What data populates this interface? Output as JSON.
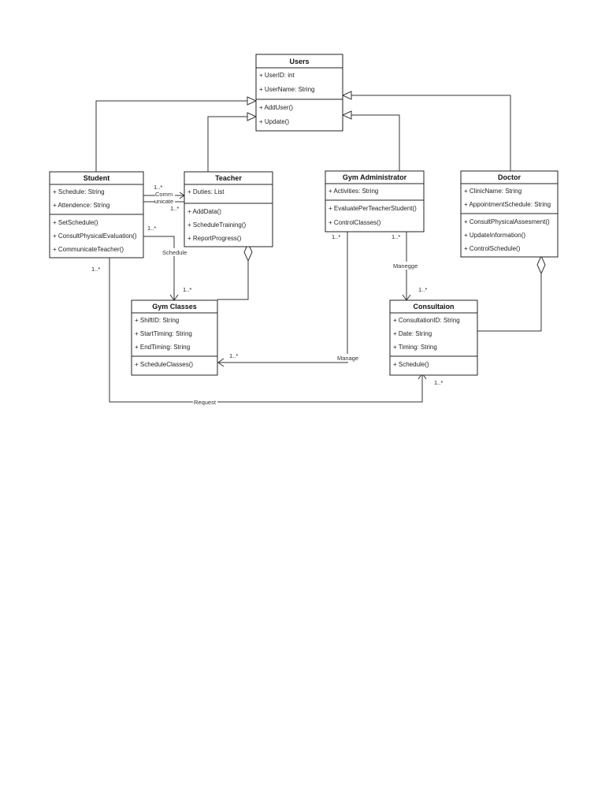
{
  "classes": {
    "users": {
      "name": "Users",
      "attributes": [
        "+ UserID: int",
        "+ UserName: String"
      ],
      "methods": [
        "+ AddUser()",
        "+ Update()"
      ]
    },
    "student": {
      "name": "Student",
      "attributes": [
        "+ Schedule: String",
        "+ Attendence: String"
      ],
      "methods": [
        "+ SetSchedule()",
        "+ ConsultPhysicalEvaluation()",
        "+ CommunicateTeacher()"
      ]
    },
    "teacher": {
      "name": "Teacher",
      "attributes": [
        "+ Duties: List"
      ],
      "methods": [
        "+ AddData()",
        "+ ScheduleTraining()",
        "+ ReportProgress()"
      ]
    },
    "admin": {
      "name": "Gym Administrator",
      "attributes": [
        "+ Activities: String"
      ],
      "methods": [
        "+ EvaluatePerTeacherStudent()",
        "+ ControlClasses()"
      ]
    },
    "doctor": {
      "name": "Doctor",
      "attributes": [
        "+ ClinicName: String",
        "+ AppointmentSchedule: String"
      ],
      "methods": [
        "+ ConsultPhysicalAssesment()",
        "+ UpdateInformation()",
        "+ ControlSchedule()"
      ]
    },
    "gymclasses": {
      "name": "Gym Classes",
      "attributes": [
        "+ ShiftID: String",
        "+ StartTiming: String",
        "+ EndTiming: String"
      ],
      "methods": [
        "+ ScheduleClasses()"
      ]
    },
    "consultation": {
      "name": "Consultaion",
      "attributes": [
        "+ ConsultationID: String",
        "+ Date: String",
        "+ Timing: String"
      ],
      "methods": [
        "+ Schedule()"
      ]
    }
  },
  "labels": {
    "comm_line1": "Comm",
    "comm_line2": "unicate",
    "schedule": "Schedule",
    "manage": "Manage",
    "manegge": "Manegge",
    "request": "Request"
  },
  "multiplicities": {
    "comm_student_end": "1..*",
    "comm_teacher_end": "1..*",
    "schedule_student_end": "1..*",
    "schedule_gym_end": "1..*",
    "request_student_end": "1..*",
    "manage_admin_end": "1..*",
    "manage_gym_end": "1..*",
    "manegge_admin_end": "1..*",
    "manegge_consult_end": "1..*",
    "request_consult_end": "1..*"
  }
}
